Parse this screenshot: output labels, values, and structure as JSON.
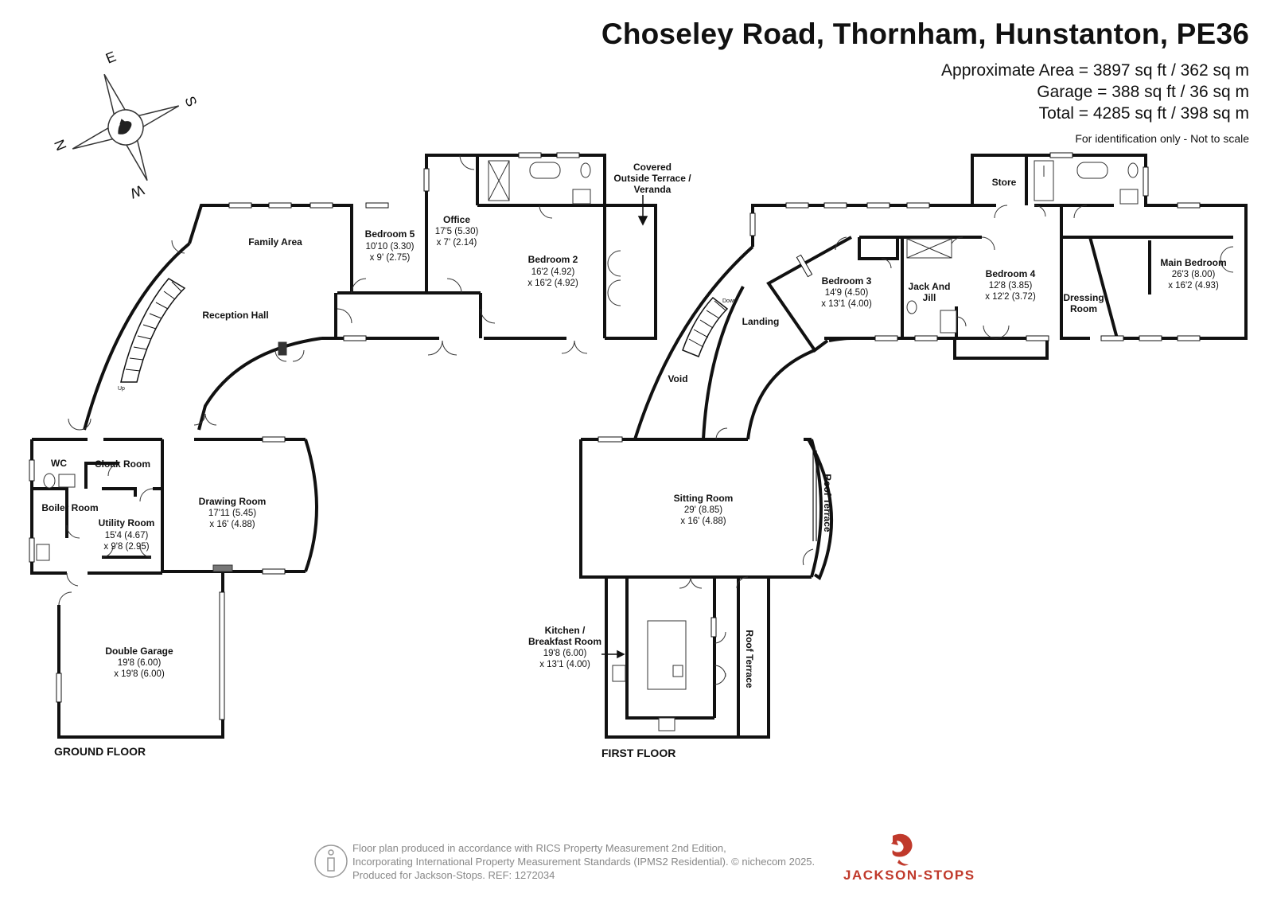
{
  "header": {
    "title": "Choseley Road, Thornham, Hunstanton, PE36",
    "approx_area": "Approximate Area = 3897 sq ft / 362 sq m",
    "garage": "Garage = 388 sq ft / 36 sq m",
    "total": "Total = 4285 sq ft / 398 sq m",
    "note": "For identification only - Not to scale"
  },
  "compass": {
    "labels": [
      "E",
      "S",
      "W",
      "N"
    ]
  },
  "ground_floor": {
    "label": "GROUND FLOOR",
    "rooms": {
      "family_area": {
        "name": "Family Area"
      },
      "bedroom5": {
        "name": "Bedroom 5",
        "dim1": "10'10 (3.30)",
        "dim2": "x 9' (2.75)"
      },
      "office": {
        "name": "Office",
        "dim1": "17'5 (5.30)",
        "dim2": "x 7' (2.14)"
      },
      "bedroom2": {
        "name": "Bedroom 2",
        "dim1": "16'2 (4.92)",
        "dim2": "x 16'2 (4.92)"
      },
      "veranda": {
        "line1": "Covered",
        "line2": "Outside Terrace /",
        "line3": "Veranda"
      },
      "reception_hall": {
        "name": "Reception Hall"
      },
      "wc": {
        "name": "WC"
      },
      "cloak_room": {
        "name": "Cloak Room"
      },
      "boiler_room": {
        "name": "Boiler Room"
      },
      "utility_room": {
        "name": "Utility Room",
        "dim1": "15'4 (4.67)",
        "dim2": "x 9'8 (2.95)"
      },
      "drawing_room": {
        "name": "Drawing Room",
        "dim1": "17'11 (5.45)",
        "dim2": "x 16' (4.88)"
      },
      "double_garage": {
        "name": "Double Garage",
        "dim1": "19'8 (6.00)",
        "dim2": "x 19'8 (6.00)"
      },
      "stairs_up": {
        "name": "Up"
      }
    }
  },
  "first_floor": {
    "label": "FIRST FLOOR",
    "rooms": {
      "store": {
        "name": "Store"
      },
      "bedroom3": {
        "name": "Bedroom 3",
        "dim1": "14'9 (4.50)",
        "dim2": "x 13'1 (4.00)"
      },
      "jack_and_jill": {
        "line1": "Jack And",
        "line2": "Jill"
      },
      "bedroom4": {
        "name": "Bedroom 4",
        "dim1": "12'8 (3.85)",
        "dim2": "x 12'2 (3.72)"
      },
      "dressing_room": {
        "line1": "Dressing",
        "line2": "Room"
      },
      "main_bedroom": {
        "name": "Main Bedroom",
        "dim1": "26'3 (8.00)",
        "dim2": "x 16'2 (4.93)"
      },
      "landing": {
        "name": "Landing"
      },
      "void": {
        "name": "Void"
      },
      "stairs_down": {
        "name": "Down"
      },
      "sitting_room": {
        "name": "Sitting Room",
        "dim1": "29' (8.85)",
        "dim2": "x 16' (4.88)"
      },
      "roof_terrace_1": {
        "name": "Roof Terrace"
      },
      "kitchen": {
        "line1": "Kitchen /",
        "line2": "Breakfast Room",
        "dim1": "19'8 (6.00)",
        "dim2": "x 13'1 (4.00)"
      },
      "roof_terrace_2": {
        "name": "Roof Terrace"
      }
    }
  },
  "footer": {
    "line1": "Floor plan produced in accordance with RICS Property Measurement 2nd Edition,",
    "line2": "Incorporating International Property Measurement Standards (IPMS2 Residential).   © nichecom 2025.",
    "line3": "Produced for Jackson-Stops.    REF:  1272034",
    "brand": "JACKSON-STOPS"
  },
  "colors": {
    "wall": "#111111",
    "brand": "#c0392b",
    "footer_text": "#888888"
  }
}
